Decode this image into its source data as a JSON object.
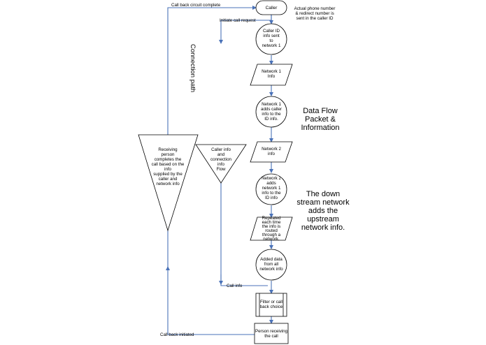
{
  "caller_label": "Caller",
  "caller_note": [
    "Actual phone number",
    "& redirect number is",
    "sent in the caller ID"
  ],
  "callback_complete_label": "Call back circuit complete",
  "initiate_call_label": "Initiate call request",
  "connection_path_label": "Connection path",
  "steps": {
    "caller_id": [
      "Caller ID",
      "info sent",
      "to",
      "network 1"
    ],
    "network1_info": [
      "Network 1",
      "Info"
    ],
    "network1_adds": [
      "Network 1",
      "adds caller",
      "info to the",
      "ID info."
    ],
    "network2_info": [
      "Network 2",
      "info"
    ],
    "network2_adds": [
      "Network 2",
      "adds",
      "network 1",
      "info to the",
      "ID info"
    ],
    "repeated": [
      "Repeated",
      "each time",
      "the info is",
      "routed",
      "through a",
      "network."
    ],
    "added_data": [
      "Added data",
      "from all",
      "network info"
    ],
    "filter": [
      "Filter or call",
      "back choice"
    ],
    "person_receiving": [
      "Person receiving",
      "the call"
    ]
  },
  "triangles": {
    "receiving_person": [
      "Receiving",
      "person",
      "completes the",
      "call based on the",
      "info",
      "supplied by the",
      "caller and",
      "network info"
    ],
    "caller_info_flow": [
      "Caller info",
      "and",
      "connection",
      "info",
      "Flow"
    ]
  },
  "call_info_label": "Call info",
  "call_back_initiated_label": "Call back initiated",
  "annotations": {
    "data_flow": [
      "Data Flow",
      "Packet &",
      "Information"
    ],
    "downstream": [
      "The down",
      "stream network",
      "adds the",
      "upstream",
      "network info."
    ]
  },
  "colors": {
    "flow_line": "#4a72b8",
    "shape_stroke": "#000000"
  }
}
